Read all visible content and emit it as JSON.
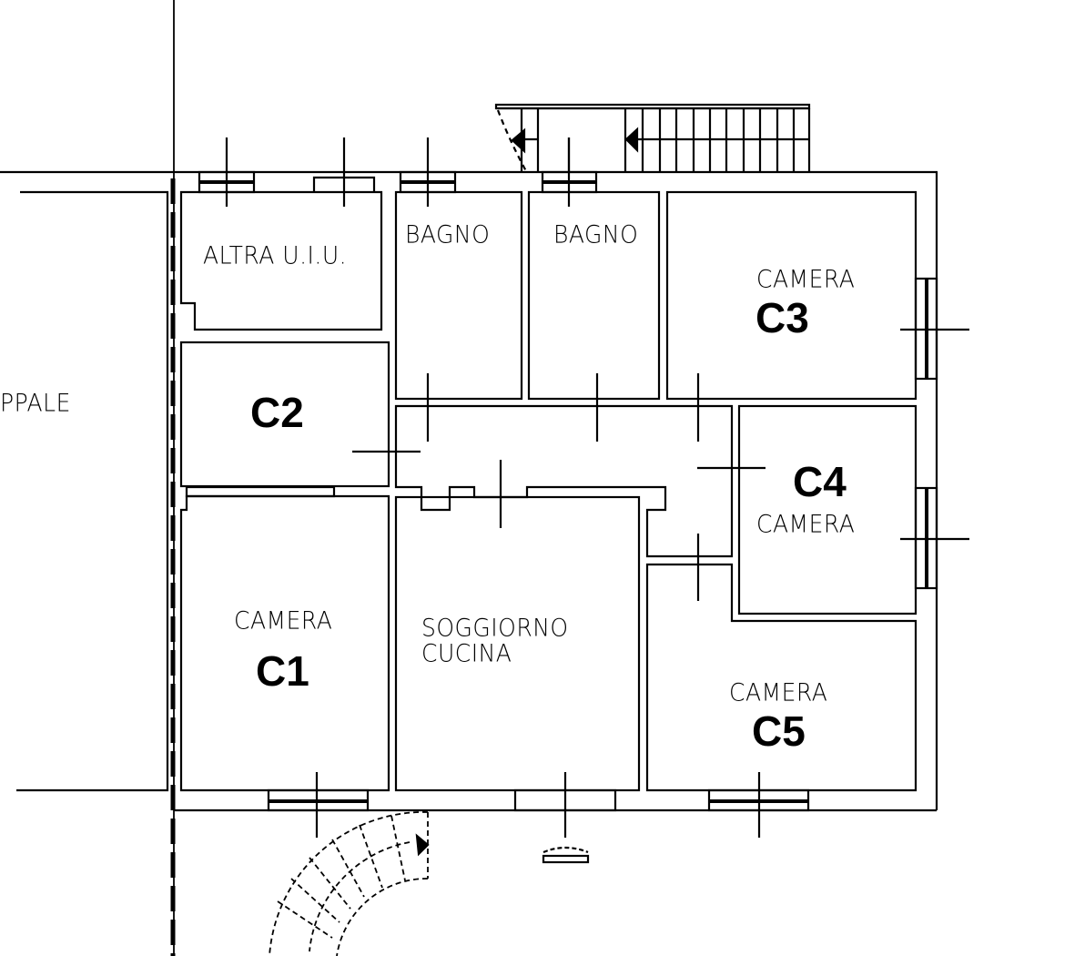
{
  "plan": {
    "stroke_color": "#000000",
    "background": "#ffffff",
    "neighbor_label": "PPALE",
    "rooms": [
      {
        "id": "altra-uiu",
        "name": "ALTRA U.I.U.",
        "code": ""
      },
      {
        "id": "bagno-1",
        "name": "BAGNO",
        "code": ""
      },
      {
        "id": "bagno-2",
        "name": "BAGNO",
        "code": ""
      },
      {
        "id": "camera-c3",
        "name": "CAMERA",
        "code": "C3"
      },
      {
        "id": "camera-c2",
        "name": "",
        "code": "C2"
      },
      {
        "id": "camera-c4",
        "name": "CAMERA",
        "code": "C4"
      },
      {
        "id": "camera-c1",
        "name": "CAMERA",
        "code": "C1"
      },
      {
        "id": "soggiorno",
        "name": "SOGGIORNO",
        "name2": "CUCINA",
        "code": ""
      },
      {
        "id": "camera-c5",
        "name": "CAMERA",
        "code": "C5"
      }
    ]
  }
}
